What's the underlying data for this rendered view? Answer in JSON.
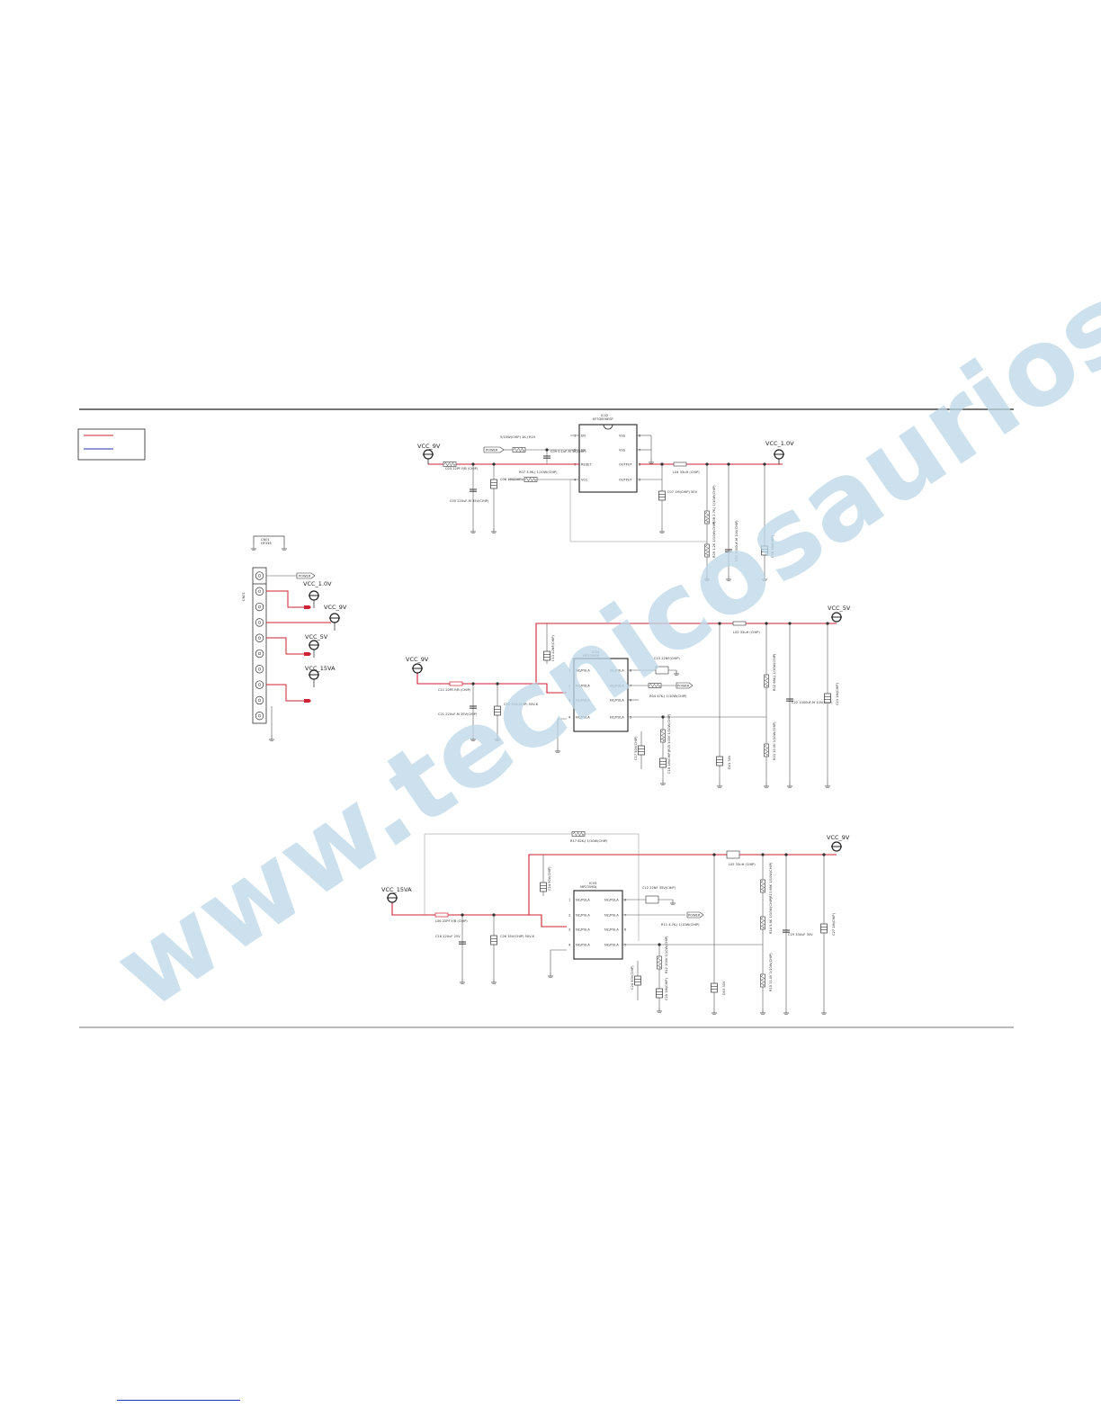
{
  "watermark": "www.tecnicosaurios.com",
  "colors": {
    "power_trace": "#cc2233",
    "legend_blue": "#2233aa",
    "watermark": "#bcd8e8",
    "wire": "#555555"
  },
  "legend": {
    "items": [
      "red-line",
      "blue-line"
    ]
  },
  "connector": {
    "ref": "CN01",
    "mount_label": "HF336",
    "signal_label": "POWER",
    "rails": [
      "VCC_1.0V",
      "VCC_9V",
      "VCC_5V",
      "VCC_15VA"
    ]
  },
  "reg_1v0": {
    "ic_ref": "IC02",
    "ic_part": "KF33006ESP",
    "pins_left": [
      {
        "num": "1",
        "name": "EN"
      },
      {
        "num": "2",
        "name": "EN"
      },
      {
        "num": "3",
        "name": "RESET"
      },
      {
        "num": "4",
        "name": "VCC"
      }
    ],
    "pins_right": [
      {
        "num": "8",
        "name": "VSS"
      },
      {
        "num": "7",
        "name": "VSS"
      },
      {
        "num": "6",
        "name": "OUTPUT"
      },
      {
        "num": "5",
        "name": "OUTPUT"
      }
    ],
    "in_rail": "VCC_9V",
    "out_rail": "VCC_1.0V",
    "power_tag": "POWER",
    "labels": {
      "l_in": "C03  22PF-Y/B  (CHIP)",
      "c_in": "C05  220uF-M  35V(CHIP)",
      "c_in2": "C06  1M(CHIP)  50V-Z",
      "r_pwr": "5/10W(CHIP)  1K-J  R10",
      "c_rst": "C09  0.1uF-M  5K(CHIP)",
      "r_rst": "R07  3.9K-J  1/10W(CHIP)",
      "l_out": "L04  33uH  (CHIP)",
      "c_vss": "C07  1M(CHIP)  50V",
      "r_fb1": "R08  2.7K-J  1/10W(CHIP)",
      "r_fb2": "R09  1.2K  1/10W(CHIP)",
      "c_out": "C07  1000uF-M  10V(CHIP)",
      "c_out2": "C08  1M(CHIP)"
    }
  },
  "reg_5v": {
    "ic_ref": "IC04",
    "ic_part": "MP2359DJ",
    "pin_name": "NC/PULA",
    "pins_left": [
      "1",
      "2",
      "3",
      "4"
    ],
    "pins_right": [
      "8",
      "7",
      "6",
      "5"
    ],
    "in_rail": "VCC_9V",
    "out_rail": "VCC_5V",
    "power_tag": "POWER",
    "labels": {
      "l_in": "C11  22PF-Y/B  (CHIP)",
      "c_in": "C21  220uF-M  35V(CHIP)",
      "c_in2": "C20  35V(CHIP)  50V-K",
      "c_boot": "C13  22NF(CHIP)",
      "c_top": "C15  22NF(CHIP)",
      "r_en": "R04  47K-J  1/10W(CHIP)",
      "r_fb": "R05  100K  1/10W(CHIP)",
      "c_fb": "C17  50V(CHIP)",
      "c_fb2": "C18  1M(CHIP)",
      "l_out": "L02  33uH  (CHIP)",
      "d_out": "D01  30V",
      "r_div1": "R02  68K-J  1/10W(CHIP)",
      "r_div2": "R03  10.0K  1/10W(CHIP)",
      "c_out": "C22  1000uF-M  10V(CHIP)",
      "c_out2": "C23  1M(CHIP)"
    }
  },
  "reg_9v": {
    "ic_ref": "IC03",
    "ic_part": "MP2359DJ",
    "pin_name": "NC/PULA",
    "pins_left": [
      "1",
      "2",
      "3",
      "4"
    ],
    "pins_right": [
      "8",
      "7",
      "6",
      "5"
    ],
    "in_rail": "VCC_15VA",
    "out_rail": "VCC_9V",
    "power_tag": "POWER",
    "labels": {
      "r_fbk": "R17  82K-J  1/10W(CHIP)",
      "l_in": "L06  22PF-Y/B  (CHIP)",
      "c_in": "C16  220uF  25V",
      "c_in2": "C26  35V(CHIP)  50V-K",
      "c_boot": "C14  50V(CHIP)",
      "c_top": "C12  22NF  35V(CHIP)",
      "r_en": "R11  4.7K-J  1/10W(CHIP)",
      "r_fb": "R12  100K  1/10W(CHIP)",
      "c_fb": "C24  50V(CHIP)",
      "c_fb2": "C25  1M(CHIP)",
      "l_out": "L05  33uH  (CHIP)",
      "d_out": "D03  30V",
      "r_div1": "R13  68K  1/10W(CHIP)",
      "r_div2": "R14  5.6K  1/10W(CHIP)",
      "r_div3": "R15  11.0K  1/10W(CHIP)",
      "c_out": "C19  330uF  35V",
      "c_out2": "C27  1M(CHIP)"
    }
  }
}
